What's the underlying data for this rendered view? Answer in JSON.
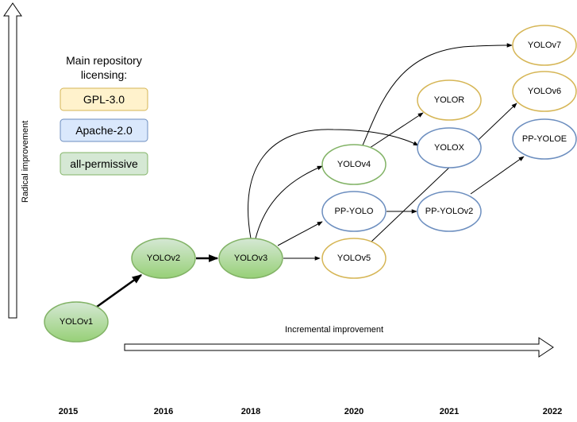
{
  "legend": {
    "title_line1": "Main repository",
    "title_line2": "licensing:",
    "items": [
      {
        "label": "GPL-3.0",
        "fill": "#fff2cc",
        "stroke": "#d6b656"
      },
      {
        "label": "Apache-2.0",
        "fill": "#dae8fc",
        "stroke": "#6c8ebf"
      },
      {
        "label": "all-permissive",
        "fill": "#d5e8d4",
        "stroke": "#82b366"
      }
    ]
  },
  "axes": {
    "vertical_label": "Radical improvement",
    "horizontal_label": "Incremental improvement"
  },
  "years": [
    "2015",
    "2016",
    "2018",
    "2020",
    "2021",
    "2022"
  ],
  "colors": {
    "green_fill": "#d5e8d4",
    "green_grad_end": "#97d077",
    "green_stroke": "#82b366",
    "gold_stroke": "#d6b656",
    "blue_stroke": "#6c8ebf"
  },
  "nodes": {
    "yolov1": "YOLOv1",
    "yolov2": "YOLOv2",
    "yolov3": "YOLOv3",
    "yolov4": "YOLOv4",
    "ppyolo": "PP-YOLO",
    "yolov5": "YOLOv5",
    "yolor": "YOLOR",
    "yolox": "YOLOX",
    "ppyolov2": "PP-YOLOv2",
    "yolov7": "YOLOv7",
    "yolov6": "YOLOv6",
    "ppyoloe": "PP-YOLOE"
  }
}
